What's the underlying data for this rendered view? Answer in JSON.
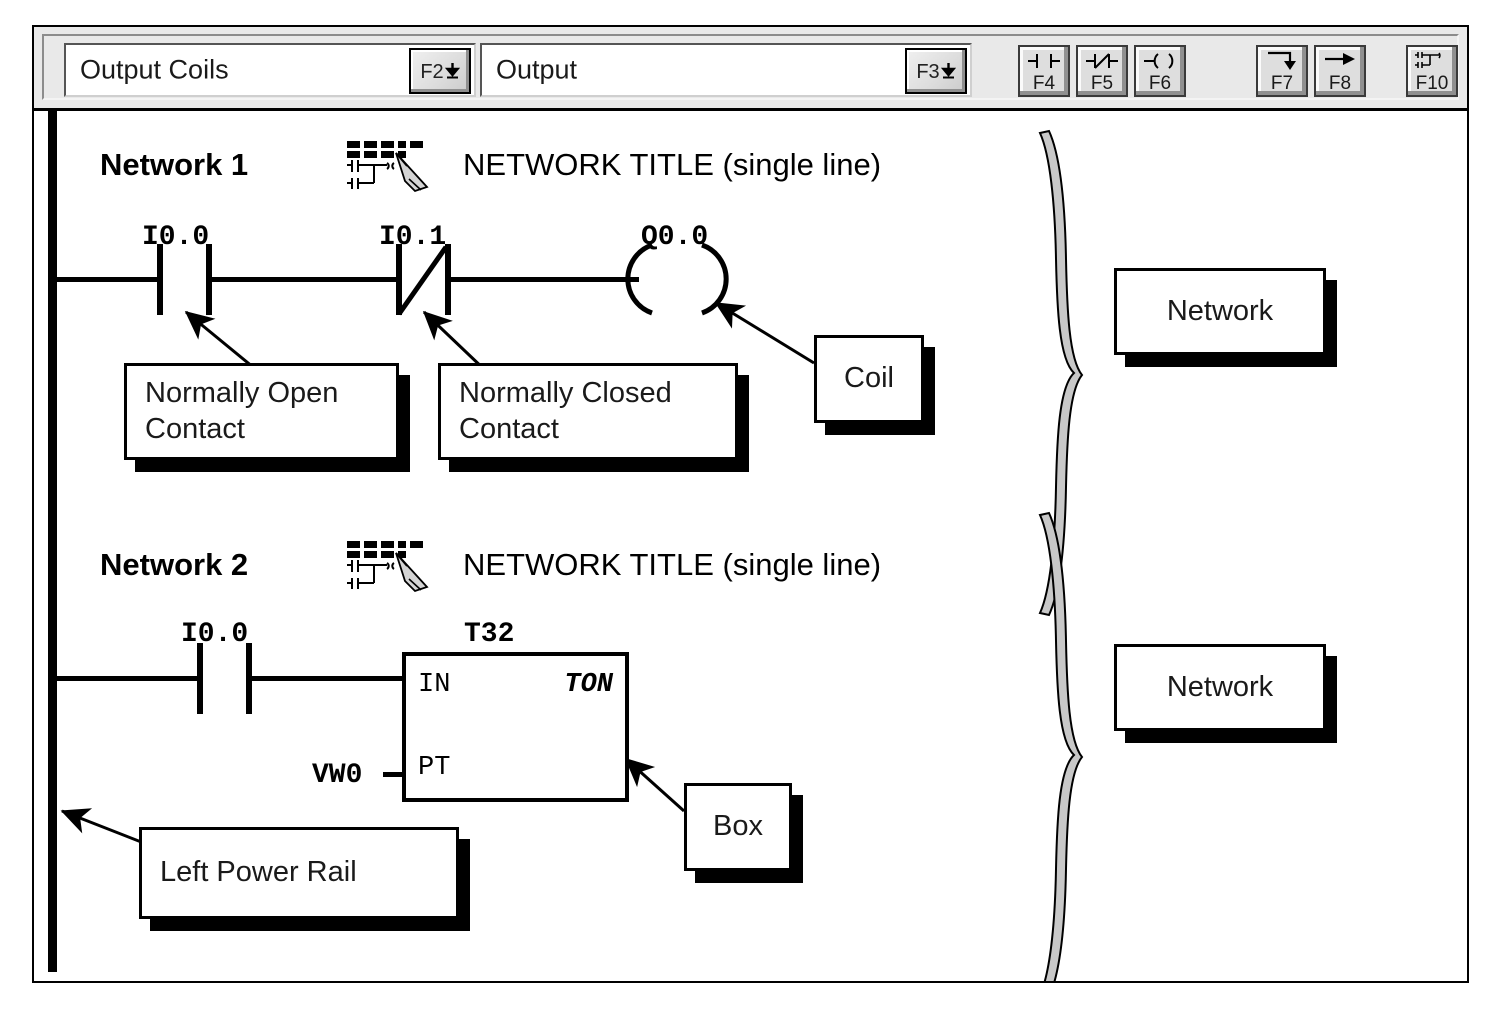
{
  "toolbar": {
    "instruction_combo": {
      "value": "Output Coils",
      "key_label": "F2",
      "icon": "chevron-down-icon"
    },
    "operand_combo": {
      "value": "Output",
      "key_label": "F3",
      "icon": "chevron-down-icon"
    },
    "buttons": [
      {
        "key": "F4",
        "icon": "normally-open-contact-icon",
        "name": "insert-contact-button"
      },
      {
        "key": "F5",
        "icon": "normally-closed-contact-icon",
        "name": "insert-negated-contact-button"
      },
      {
        "key": "F6",
        "icon": "coil-icon",
        "name": "insert-coil-button"
      },
      {
        "key": "F7",
        "icon": "branch-down-icon",
        "name": "insert-branch-down-button"
      },
      {
        "key": "F8",
        "icon": "branch-right-icon",
        "name": "insert-branch-right-button"
      },
      {
        "key": "F10",
        "icon": "network-icon",
        "name": "insert-network-button"
      }
    ]
  },
  "networks": [
    {
      "number_label": "Network 1",
      "title": "NETWORK TITLE (single line)",
      "icon": "network-title-edit-icon",
      "elements": [
        {
          "type": "normally-open-contact",
          "address": "I0.0"
        },
        {
          "type": "normally-closed-contact",
          "address": "I0.1"
        },
        {
          "type": "coil",
          "address": "Q0.0"
        }
      ]
    },
    {
      "number_label": "Network 2",
      "title": "NETWORK TITLE (single line)",
      "icon": "network-title-edit-icon",
      "elements": [
        {
          "type": "normally-open-contact",
          "address": "I0.0"
        },
        {
          "type": "box",
          "address": "T32",
          "box_type": "TON",
          "inputs": [
            {
              "pin": "IN",
              "operand": ""
            },
            {
              "pin": "PT",
              "operand": "VW0"
            }
          ]
        }
      ]
    }
  ],
  "annotations": {
    "normally_open": "Normally Open\nContact",
    "normally_closed": "Normally Closed\nContact",
    "coil": "Coil",
    "box": "Box",
    "left_power_rail": "Left Power Rail",
    "network_1": "Network",
    "network_2": "Network"
  },
  "colors": {
    "toolbar_bg": "#e9e9e9",
    "button_face": "#dedede",
    "brace_fill": "#c8c8c8",
    "ink": "#000000",
    "canvas_bg": "#ffffff"
  }
}
